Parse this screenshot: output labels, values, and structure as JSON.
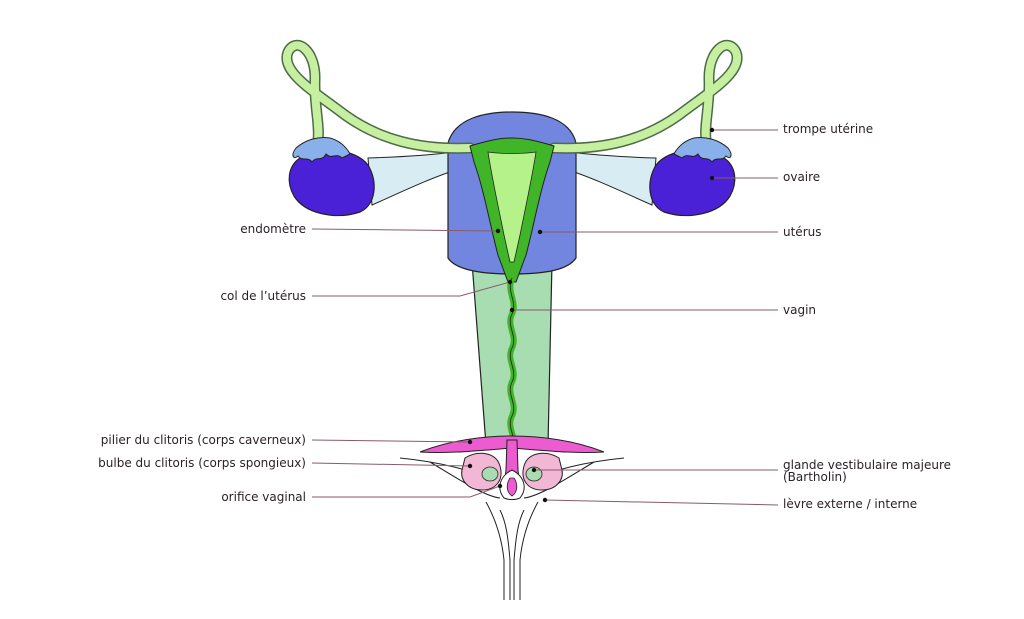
{
  "colors": {
    "uterus_outer": "#7286e0",
    "cavity_green": "#3fb527",
    "cavity_light": "#b6f28a",
    "vagina": "#a8dcb1",
    "ovary": "#4b21d8",
    "tube_fill": "#c6f0a0",
    "tube_outline": "#4d6b49",
    "fimbriae": "#89b0e8",
    "ligament": "#d8ecf3",
    "clitoris_pink": "#ec5cd0",
    "bulb_pink": "#f3b7d6",
    "outline": "#222222",
    "leader_line": "#8a5a6a"
  },
  "labels": {
    "left": {
      "endometre": "endomètre",
      "col": "col de l’utérus",
      "pilier": "pilier du clitoris (corps caverneux)",
      "bulbe": "bulbe du clitoris (corps spongieux)",
      "orifice": "orifice vaginal"
    },
    "right": {
      "trompe": "trompe utérine",
      "ovaire": "ovaire",
      "uterus": "utérus",
      "vagin": "vagin",
      "glande": "glande vestibulaire majeure\n(Bartholin)",
      "levre": "lèvre externe / interne"
    }
  }
}
